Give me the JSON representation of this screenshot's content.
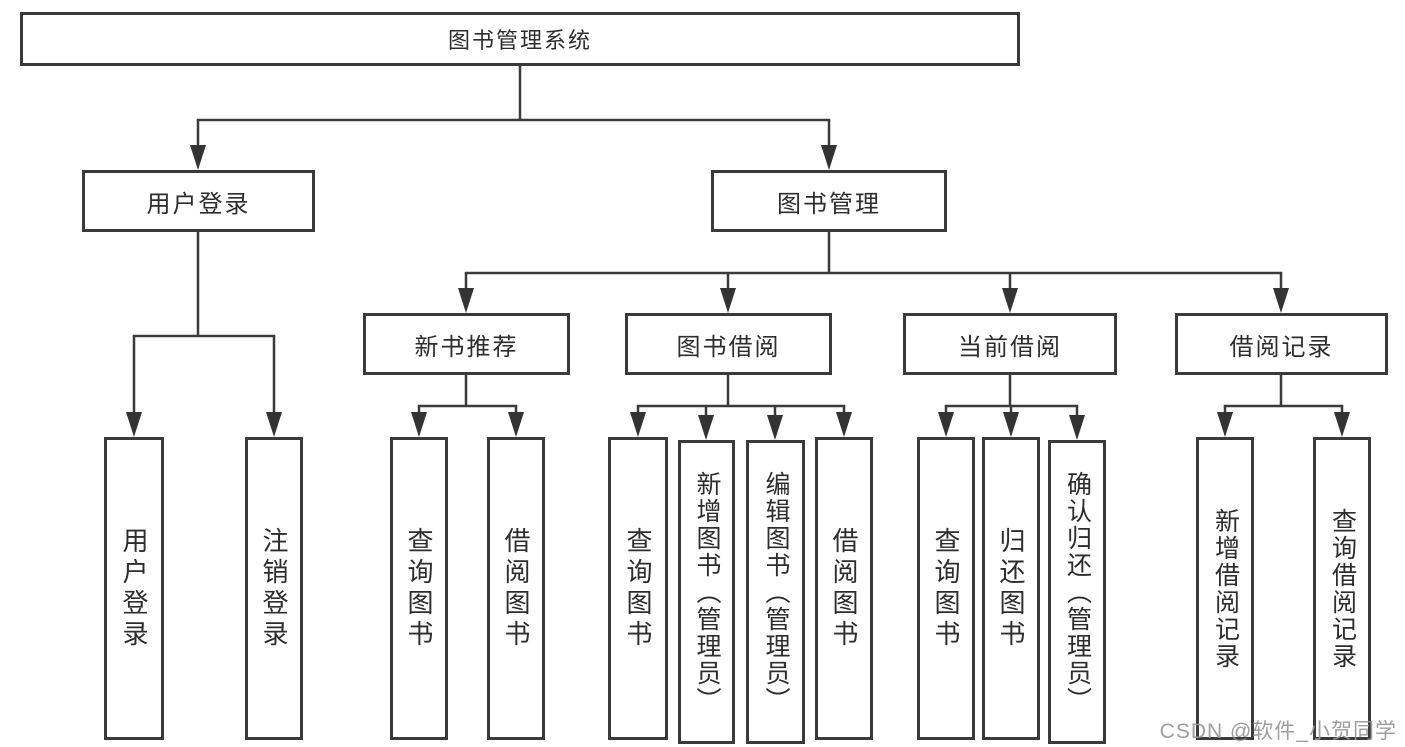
{
  "colors": {
    "line": "#3a3a3a",
    "box_border": "#3a3a3a",
    "text": "#2d2d2d",
    "background": "#ffffff",
    "watermark": "#969696"
  },
  "watermark": {
    "text": "CSDN @软件_小贺同学"
  },
  "tree": {
    "root": {
      "label": "图书管理系统",
      "children": [
        {
          "label": "用户登录",
          "children": [
            {
              "label": "用户登录"
            },
            {
              "label": "注销登录"
            }
          ]
        },
        {
          "label": "图书管理",
          "children": [
            {
              "label": "新书推荐",
              "children": [
                {
                  "label": "查询图书"
                },
                {
                  "label": "借阅图书"
                }
              ]
            },
            {
              "label": "图书借阅",
              "children": [
                {
                  "label": "查询图书"
                },
                {
                  "label": "新增图书（管理员）"
                },
                {
                  "label": "编辑图书（管理员）"
                },
                {
                  "label": "借阅图书"
                }
              ]
            },
            {
              "label": "当前借阅",
              "children": [
                {
                  "label": "查询图书"
                },
                {
                  "label": "归还图书"
                },
                {
                  "label": "确认归还（管理员）"
                }
              ]
            },
            {
              "label": "借阅记录",
              "children": [
                {
                  "label": "新增借阅记录"
                },
                {
                  "label": "查询借阅记录"
                }
              ]
            }
          ]
        }
      ]
    }
  }
}
